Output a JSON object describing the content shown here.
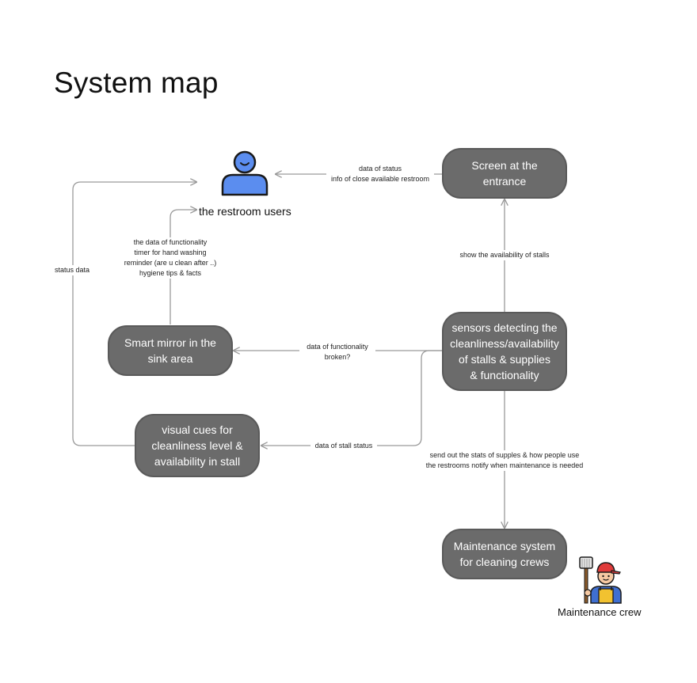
{
  "title": "System map",
  "nodes": {
    "screen": "Screen at the\nentrance",
    "sensors": "sensors detecting the\ncleanliness/availability\nof stalls & supplies\n& functionality",
    "mirror": "Smart mirror in the\nsink area",
    "visual": "visual cues for\ncleanliness level &\navailability  in stall",
    "maintenance": "Maintenance system\nfor cleaning crews"
  },
  "actors": {
    "users": "the restroom users",
    "crew": "Maintenance crew"
  },
  "edges": {
    "screen_to_users": "data of status\ninfo of close available restroom",
    "sensors_to_screen": "show the availability of stalls",
    "mirror_to_users": "the data of functionality\ntimer for hand washing\nreminder (are u clean after ..)\nhygiene  tips & facts",
    "visual_to_users": "status data",
    "sensors_to_mirror": "data of functionality\nbroken?",
    "sensors_to_visual": "data of stall status",
    "sensors_to_maintenance": "send out the stats of supples & how people use\nthe restrooms notify when maintenance is needed"
  },
  "colors": {
    "node_fill": "#6b6b6b",
    "user_icon": "#5b8def",
    "wire": "#9a9a9a"
  }
}
